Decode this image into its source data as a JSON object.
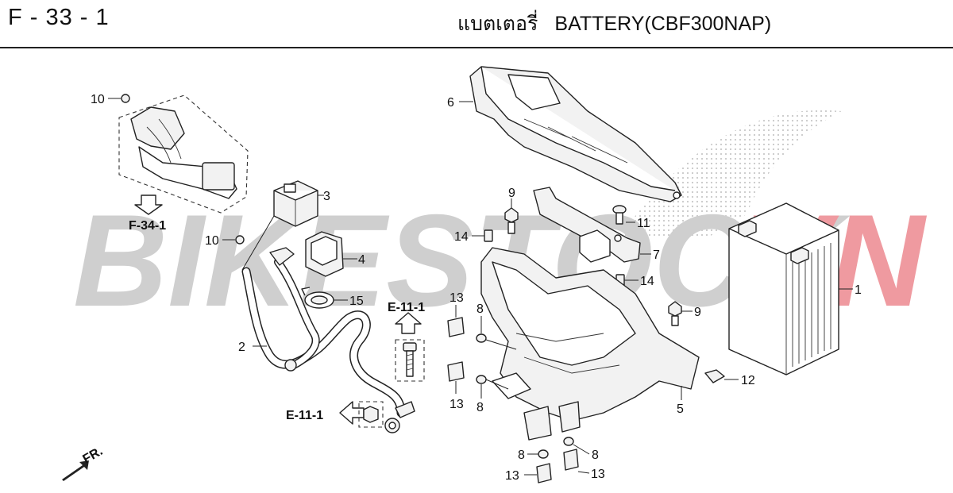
{
  "header": {
    "code": "F - 33 - 1",
    "title_thai": "แบตเตอรี่",
    "title_en": "BATTERY(CBF300NAP)"
  },
  "watermark": {
    "left": "BIKESTOCK",
    "right": "VN",
    "gray": "#cfcfcf",
    "red": "#ef9aa0"
  },
  "refs": {
    "f341": "F-34-1",
    "e111_up": "E-11-1",
    "e111_left": "E-11-1",
    "fr": "FR."
  },
  "callouts": {
    "c1": "1",
    "c2": "2",
    "c3": "3",
    "c4": "4",
    "c5": "5",
    "c6": "6",
    "c7": "7",
    "c8a": "8",
    "c8b": "8",
    "c8c": "8",
    "c8d": "8",
    "c9a": "9",
    "c9b": "9",
    "c10a": "10",
    "c10b": "10",
    "c11": "11",
    "c12": "12",
    "c13a": "13",
    "c13b": "13",
    "c13c": "13",
    "c13d": "13",
    "c14a": "14",
    "c14b": "14",
    "c15": "15"
  }
}
